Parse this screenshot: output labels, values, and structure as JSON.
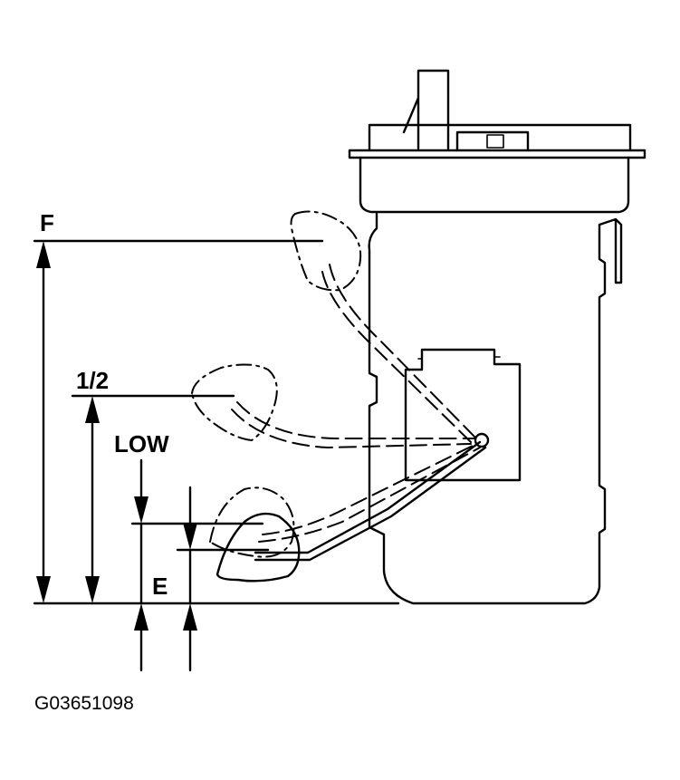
{
  "labels": {
    "full": "F",
    "half": "1/2",
    "low": "LOW",
    "empty": "E"
  },
  "figure_code": "G03651098"
}
